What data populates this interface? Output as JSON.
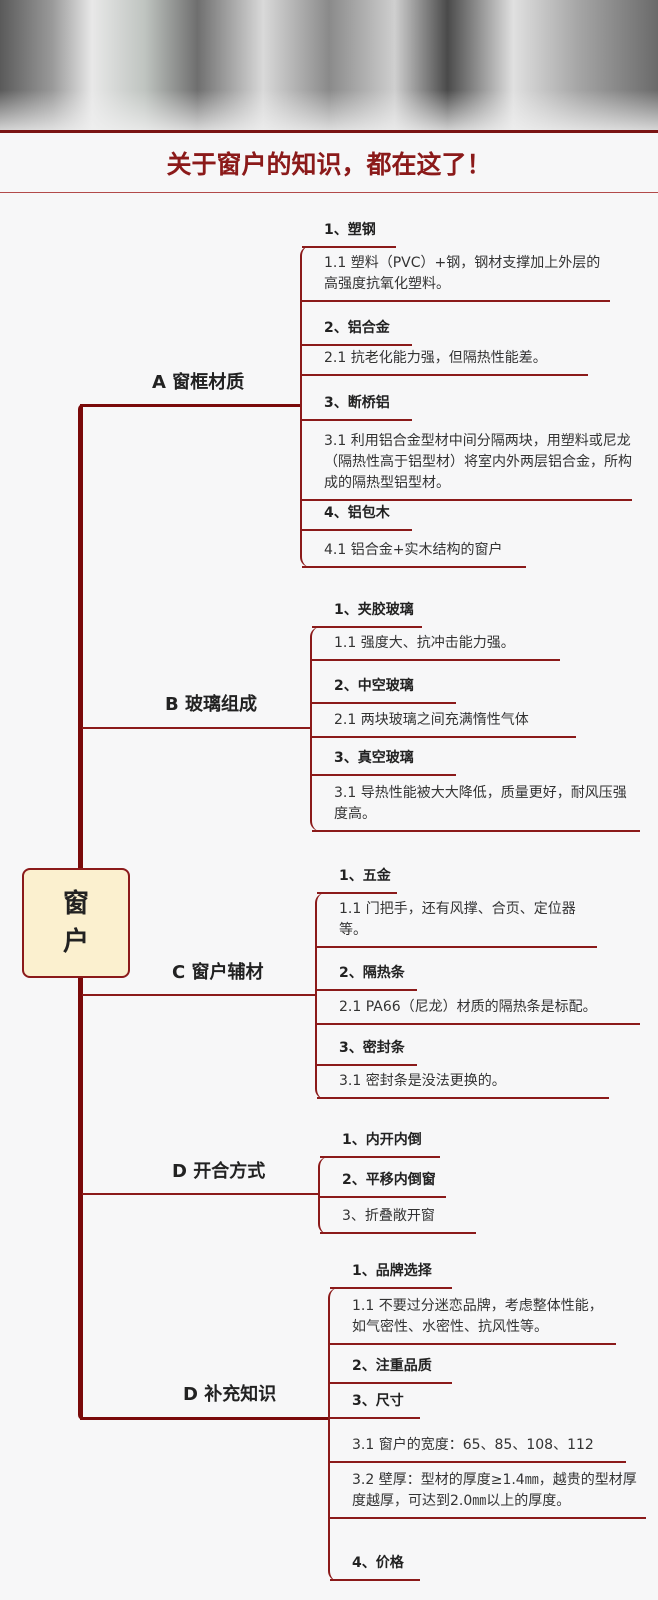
{
  "header": {
    "title": "关于窗户的知识，都在这了！"
  },
  "root": {
    "line1": "窗",
    "line2": "户"
  },
  "groups": [
    {
      "label": "A 窗框材质",
      "items": [
        "1、塑钢",
        "1.1 塑料（PVC）+钢，钢材支撑加上外层的高强度抗氧化塑料。",
        "2、铝合金",
        "2.1 抗老化能力强，但隔热性能差。",
        "3、断桥铝",
        "3.1 利用铝合金型材中间分隔两块，用塑料或尼龙（隔热性高于铝型材）将室内外两层铝合金，所构成的隔热型铝型材。",
        "4、铝包木",
        "4.1 铝合金+实木结构的窗户"
      ]
    },
    {
      "label": "B 玻璃组成",
      "items": [
        "1、夹胶玻璃",
        "1.1 强度大、抗冲击能力强。",
        "2、中空玻璃",
        "2.1 两块玻璃之间充满惰性气体",
        "3、真空玻璃",
        "3.1 导热性能被大大降低，质量更好，耐风压强度高。"
      ]
    },
    {
      "label": "C 窗户辅材",
      "items": [
        "1、五金",
        "1.1 门把手，还有风撑、合页、定位器等。",
        "2、隔热条",
        "2.1  PA66（尼龙）材质的隔热条是标配。",
        "3、密封条",
        "3.1 密封条是没法更换的。"
      ]
    },
    {
      "label": "D 开合方式",
      "items": [
        "1、内开内倒",
        "2、平移内倒窗",
        "3、折叠敞开窗"
      ]
    },
    {
      "label": "D 补充知识",
      "items": [
        "1、品牌选择",
        "1.1 不要过分迷恋品牌，考虑整体性能，如气密性、水密性、抗风性等。",
        "2、注重品质",
        "3、尺寸",
        "3.1 窗户的宽度：65、85、108、112",
        "3.2 壁厚：型材的厚度≥1.4㎜，越贵的型材厚度越厚，可达到2.0㎜以上的厚度。",
        "4、价格"
      ]
    }
  ],
  "colors": {
    "accent": "#8b1a1a",
    "root_fill": "#fbf0cf"
  }
}
